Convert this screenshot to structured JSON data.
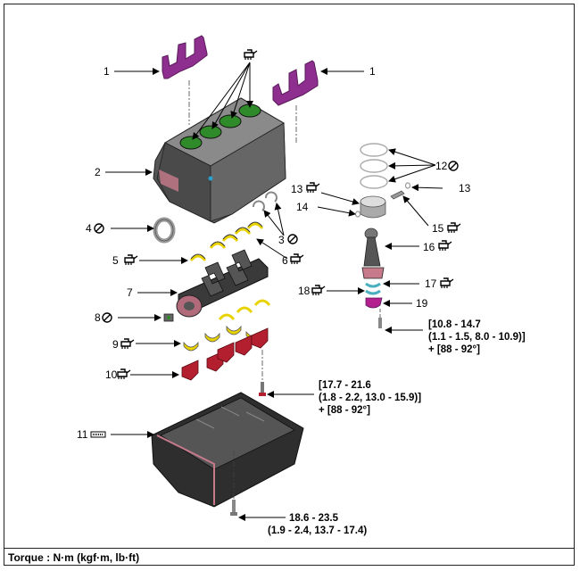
{
  "callouts": [
    {
      "id": "c1a",
      "text": "1"
    },
    {
      "id": "c1b",
      "text": "1"
    },
    {
      "id": "c2",
      "text": "2"
    },
    {
      "id": "c3",
      "text": "3"
    },
    {
      "id": "c4",
      "text": "4"
    },
    {
      "id": "c5",
      "text": "5"
    },
    {
      "id": "c6",
      "text": "6"
    },
    {
      "id": "c7",
      "text": "7"
    },
    {
      "id": "c8",
      "text": "8"
    },
    {
      "id": "c9",
      "text": "9"
    },
    {
      "id": "c10",
      "text": "10"
    },
    {
      "id": "c11",
      "text": "11"
    },
    {
      "id": "c12",
      "text": "12"
    },
    {
      "id": "c13a",
      "text": "13"
    },
    {
      "id": "c13b",
      "text": "13"
    },
    {
      "id": "c14",
      "text": "14"
    },
    {
      "id": "c15",
      "text": "15"
    },
    {
      "id": "c16",
      "text": "16"
    },
    {
      "id": "c17",
      "text": "17"
    },
    {
      "id": "c18",
      "text": "18"
    },
    {
      "id": "c19",
      "text": "19"
    }
  ],
  "torque_specs": {
    "rod_bolt": [
      "[10.8 - 14.7",
      "(1.1 - 1.5, 8.0 - 10.9)]",
      "+ [88 - 92°]"
    ],
    "bearing_cap_bolt": [
      "[17.7 - 21.6",
      "(1.8 - 2.2, 13.0 - 15.9)]",
      "+ [88 - 92°]"
    ],
    "oil_pan_bolt": [
      "18.6 - 23.5",
      "(1.9 - 2.4, 13.7 - 17.4)"
    ]
  },
  "footer": "Torque : N·m (kgf·m, lb·ft)",
  "colors": {
    "block": "#5a5a5a",
    "cylinder": "#2f8a2a",
    "jacket": "#8e2f8f",
    "bearing": "#e8d300",
    "cap": "#b31f2f",
    "seal": "#b2b2b2"
  },
  "icons": [
    "oil-can-icon",
    "no-reuse-icon"
  ]
}
